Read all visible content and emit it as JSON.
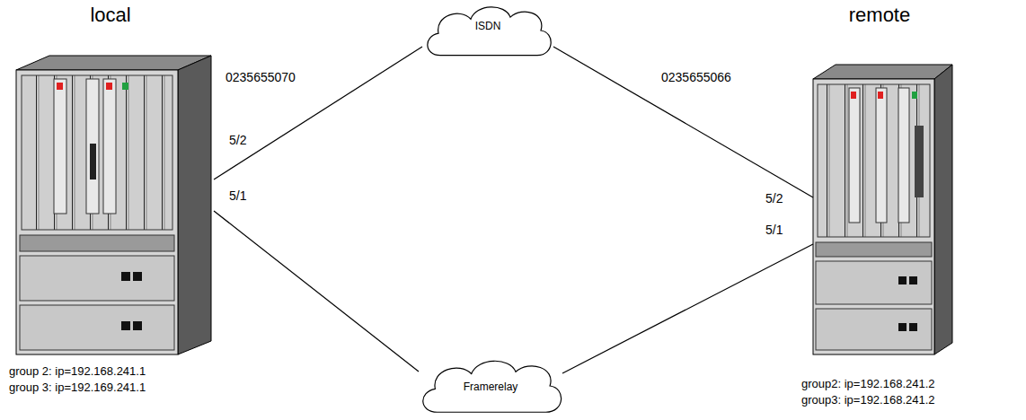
{
  "diagram": {
    "nodes": [
      {
        "text": [
          "local"
        ]
      },
      {
        "text": [
          "ISDN"
        ]
      },
      {
        "text": [
          "Framerelay"
        ]
      },
      {
        "text": [
          "remote"
        ]
      }
    ],
    "edges": [
      {
        "from": 0,
        "to": 1,
        "arrow": "none",
        "label": "0235655070"
      },
      {
        "from": 1,
        "to": 3,
        "arrow": "none",
        "label": "0235655066"
      },
      {
        "from": 0,
        "to": 2,
        "arrow": "none"
      },
      {
        "from": 2,
        "to": 3,
        "arrow": "none"
      }
    ],
    "labels": [
      "5/2",
      "5/1",
      "5/2",
      "5/1",
      "group 2: ip=192.168.241.1",
      "group 3: ip=192.169.241.1",
      "group2: ip=192.168.241.2",
      "group3: ip=192.168.241.2"
    ]
  }
}
